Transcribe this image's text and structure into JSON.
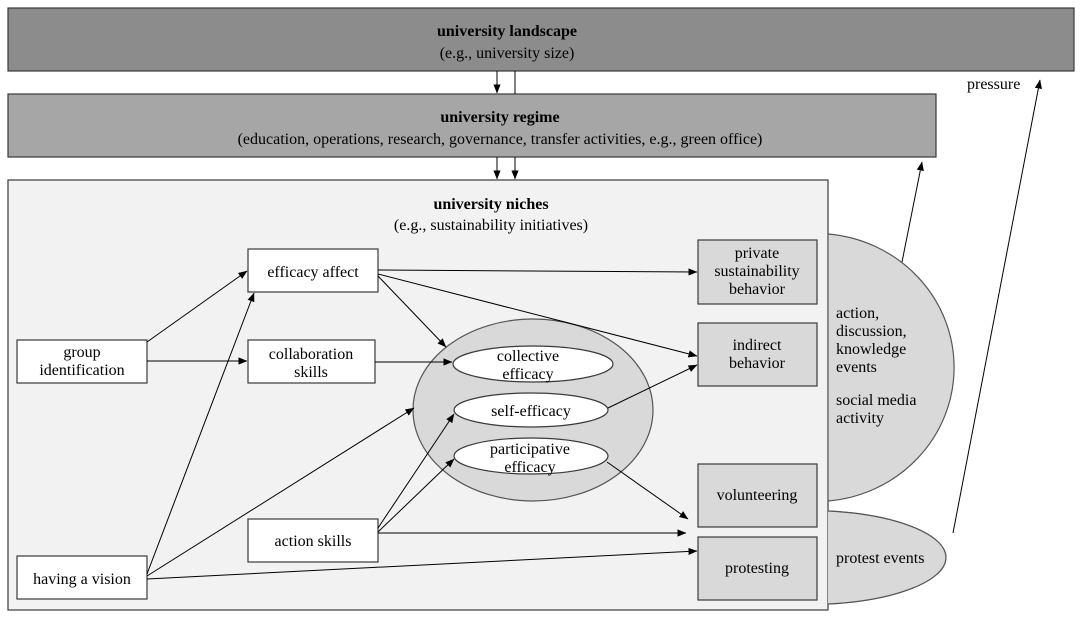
{
  "landscape": {
    "title": "university landscape",
    "subtitle": "(e.g., university size)"
  },
  "regime": {
    "title": "university regime",
    "subtitle": "(education, operations, research, governance, transfer activities, e.g., green office)"
  },
  "niches": {
    "title": "university niches",
    "subtitle": "(e.g., sustainability initiatives)"
  },
  "predictors": {
    "group_identification": [
      "group",
      "identification"
    ],
    "having_a_vision": "having a vision"
  },
  "mediators": {
    "efficacy_affect": "efficacy affect",
    "collaboration_skills": [
      "collaboration",
      "skills"
    ],
    "action_skills": "action skills"
  },
  "efficacy": {
    "collective": [
      "collective",
      "efficacy"
    ],
    "self": "self-efficacy",
    "participative": [
      "participative",
      "efficacy"
    ]
  },
  "outcomes": {
    "private": [
      "private",
      "sustainability",
      "behavior"
    ],
    "indirect": [
      "indirect",
      "behavior"
    ],
    "volunteering": "volunteering",
    "protesting": "protesting"
  },
  "side": {
    "upper": [
      "action,",
      "discussion,",
      "knowledge",
      "events"
    ],
    "social": [
      "social media",
      "activity"
    ],
    "protest_events": "protest events",
    "pressure": "pressure"
  },
  "colors": {
    "landscape": "#8c8c8c",
    "regime": "#a6a6a6",
    "niche": "#f2f2f2",
    "outcome": "#d9d9d9"
  }
}
